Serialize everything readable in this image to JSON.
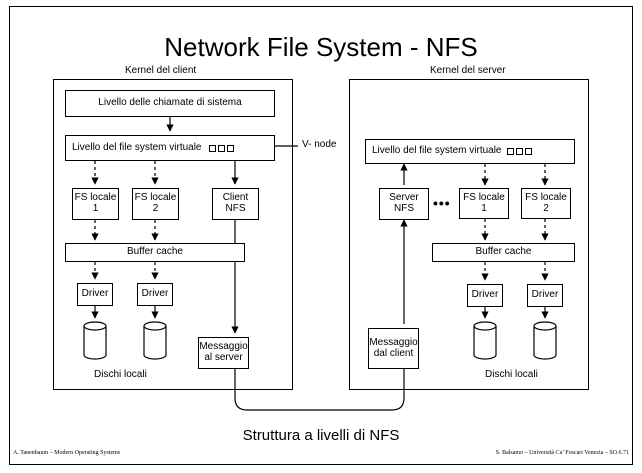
{
  "title": "Network File System - NFS",
  "caption": "Struttura a livelli di NFS",
  "footer_left": "A. Tanenbaum – Modern Operating Systems",
  "footer_right": "S. Balsamo – Università Ca’ Foscari Venezia – SO.6.71",
  "client": {
    "header": "Kernel del client",
    "syscall_layer": "Livello delle chiamate di sistema",
    "vfs_layer": "Livello del file system virtuale",
    "fs_local_1": "FS locale\n1",
    "fs_local_2": "FS locale\n2",
    "nfs_client": "Client\nNFS",
    "buffer_cache": "Buffer cache",
    "driver_1": "Driver",
    "driver_2": "Driver",
    "message": "Messaggio\nal server",
    "disks_label": "Dischi locali"
  },
  "vnode_label": "V- node",
  "server": {
    "header": "Kernel del server",
    "vfs_layer": "Livello del file system virtuale",
    "nfs_server": "Server\nNFS",
    "ellipsis": "•••",
    "fs_local_1": "FS locale\n1",
    "fs_local_2": "FS locale\n2",
    "buffer_cache": "Buffer cache",
    "driver_1": "Driver",
    "driver_2": "Driver",
    "message": "Messaggio\ndal client",
    "disks_label": "Dischi locali"
  }
}
